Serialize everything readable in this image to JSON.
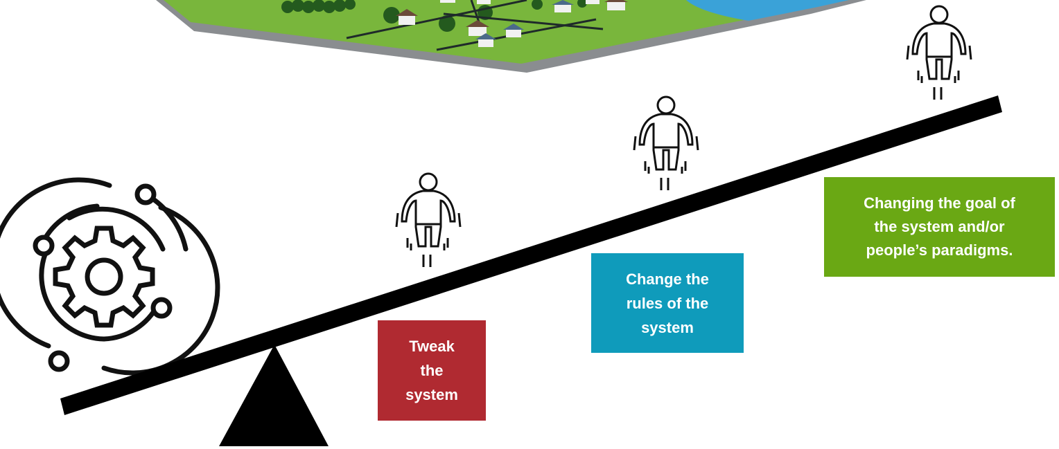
{
  "levers": [
    {
      "label": "Tweak\nthe\nsystem",
      "color": "#b02a31"
    },
    {
      "label": "Change the\nrules of the\nsystem",
      "color": "#0f9bbb"
    },
    {
      "label": "Changing the goal of\nthe system and/or\npeople’s paradigms.",
      "color": "#6aa814"
    }
  ],
  "icons": {
    "system": "gear-orbit-icon",
    "fulcrum": "triangle-fulcrum",
    "person": "jumping-person-icon",
    "landscape": "village-landscape"
  },
  "colors": {
    "beam": "#000000",
    "grass": "#79b63c",
    "water": "#3aa2d8",
    "ground_edge": "#8a8d90"
  }
}
